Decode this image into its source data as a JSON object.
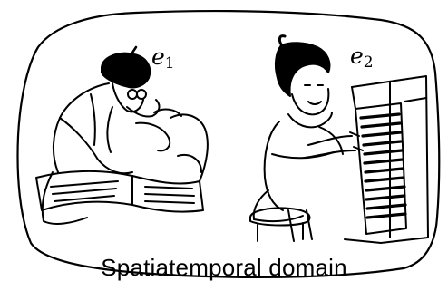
{
  "entities": [
    {
      "symbol": "e",
      "index": "1"
    },
    {
      "symbol": "e",
      "index": "2"
    }
  ],
  "domain_label": "Spatiatemporal domain"
}
